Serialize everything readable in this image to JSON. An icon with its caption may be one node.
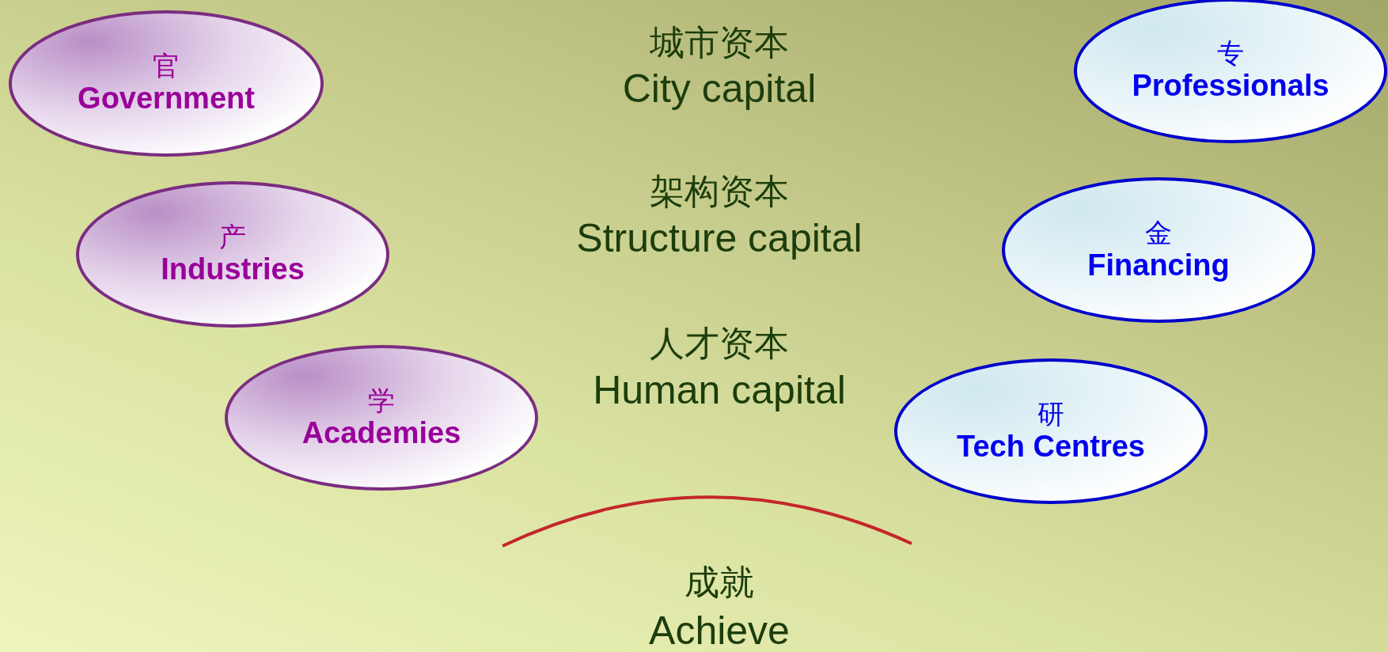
{
  "diagram": {
    "nodes": [
      {
        "text": [
          "官",
          "Government"
        ]
      },
      {
        "text": [
          "产",
          "Industries"
        ]
      },
      {
        "text": [
          "学",
          "Academies"
        ]
      },
      {
        "text": [
          "专",
          "Professionals"
        ]
      },
      {
        "text": [
          "金",
          "Financing"
        ]
      },
      {
        "text": [
          "研",
          "Tech Centres"
        ]
      }
    ],
    "labels": [
      "城市资本",
      "City capital",
      "架构资本",
      "Structure capital",
      "人才资本",
      "Human capital",
      "成就",
      "Achieve"
    ]
  }
}
